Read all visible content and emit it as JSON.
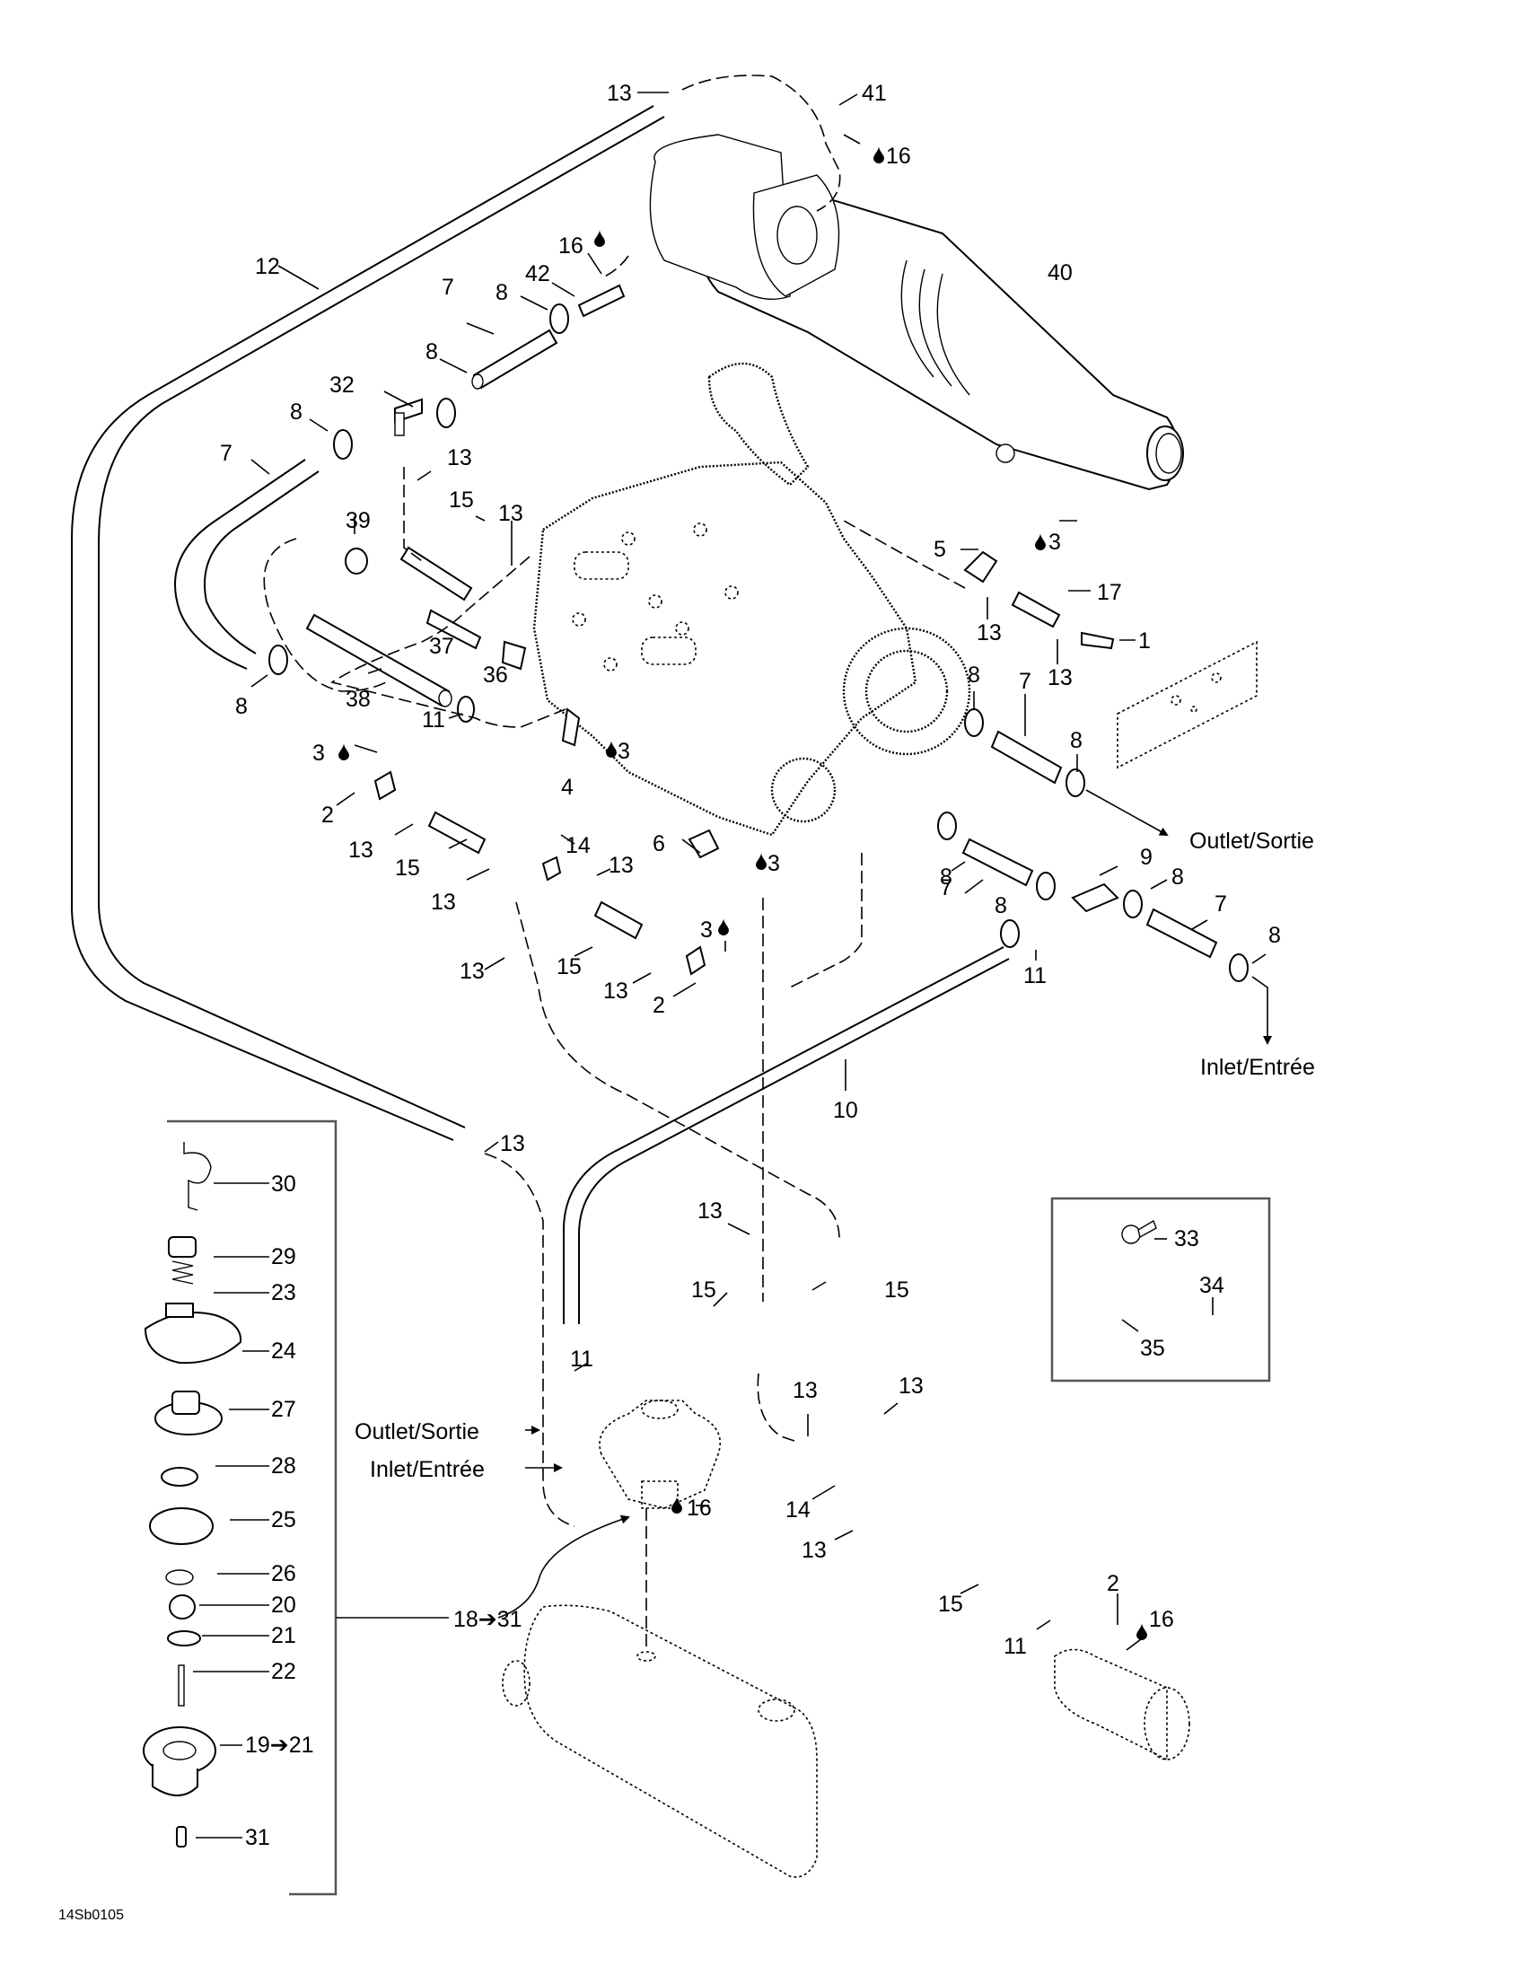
{
  "diagram": {
    "title": "Cooling system exploded parts diagram",
    "figure_code": "14Sb0105",
    "flow_labels": {
      "outlet_right": "Outlet/Sortie",
      "inlet_right": "Inlet/Entrée",
      "outlet_left": "Outlet/Sortie",
      "inlet_left": "Inlet/Entrée"
    },
    "callouts": {
      "c1": "1",
      "c2a": "2",
      "c2b": "2",
      "c2c": "2",
      "c3a": "3",
      "c3b": "3",
      "c3c": "3",
      "c3d": "3",
      "c3e": "3",
      "c4": "4",
      "c5": "5",
      "c6": "6",
      "c7a": "7",
      "c7b": "7",
      "c7c": "7",
      "c7d": "7",
      "c7e": "7",
      "c8a": "8",
      "c8b": "8",
      "c8c": "8",
      "c8d": "8",
      "c8e": "8",
      "c8f": "8",
      "c8g": "8",
      "c8h": "8",
      "c8i": "8",
      "c8j": "8",
      "c9": "9",
      "c10": "10",
      "c11a": "11",
      "c11b": "11",
      "c11c": "11",
      "c11d": "11",
      "c12": "12",
      "c13a": "13",
      "c13b": "13",
      "c13c": "13",
      "c13d": "13",
      "c13e": "13",
      "c13f": "13",
      "c13g": "13",
      "c13h": "13",
      "c13i": "13",
      "c13j": "13",
      "c13k": "13",
      "c13l": "13",
      "c13m": "13",
      "c13n": "13",
      "c13o": "13",
      "c14a": "14",
      "c14b": "14",
      "c15a": "15",
      "c15b": "15",
      "c15c": "15",
      "c15d": "15",
      "c15e": "15",
      "c15f": "15",
      "c16a": "16",
      "c16b": "16",
      "c16c": "16",
      "c16d": "16",
      "c17": "17",
      "c18_31": "18➔31",
      "c19_21": "19➔21",
      "c20": "20",
      "c21": "21",
      "c22": "22",
      "c23": "23",
      "c24": "24",
      "c25": "25",
      "c26": "26",
      "c27": "27",
      "c28": "28",
      "c29": "29",
      "c30": "30",
      "c31": "31",
      "c32": "32",
      "c33": "33",
      "c34": "34",
      "c35": "35",
      "c36": "36",
      "c37": "37",
      "c38": "38",
      "c39": "39",
      "c40": "40",
      "c41": "41",
      "c42": "42"
    },
    "icons": {
      "sealant_drop": "drop-icon",
      "flow_arrow": "arrow-icon"
    },
    "colors": {
      "line": "#000000",
      "frame": "#555555",
      "background": "#ffffff"
    }
  }
}
